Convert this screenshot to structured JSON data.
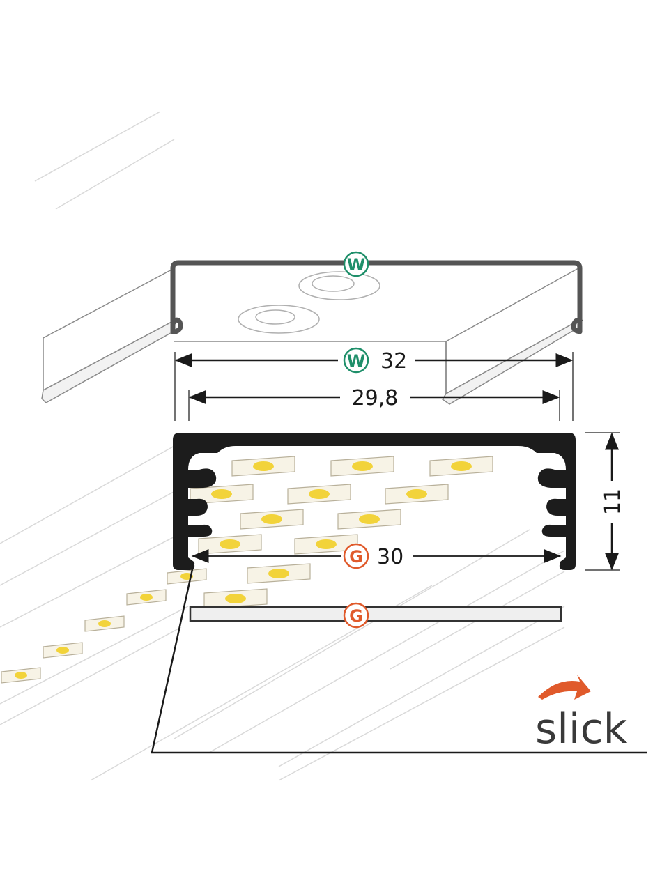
{
  "dimensions": {
    "cover_width": "32",
    "inner_width": "29,8",
    "profile_height": "11",
    "base_width": "30"
  },
  "badges": {
    "top_cover": "W",
    "width_dimension": "W",
    "base_dimension": "G",
    "glass_strip": "G"
  },
  "colors": {
    "badge_w": "#1f8f6a",
    "badge_g": "#e05a2b",
    "profile": "#1c1c1c",
    "led_yellow": "#f2d33a",
    "logo_arrow": "#e05a2b"
  },
  "logo": {
    "text": "slick"
  }
}
